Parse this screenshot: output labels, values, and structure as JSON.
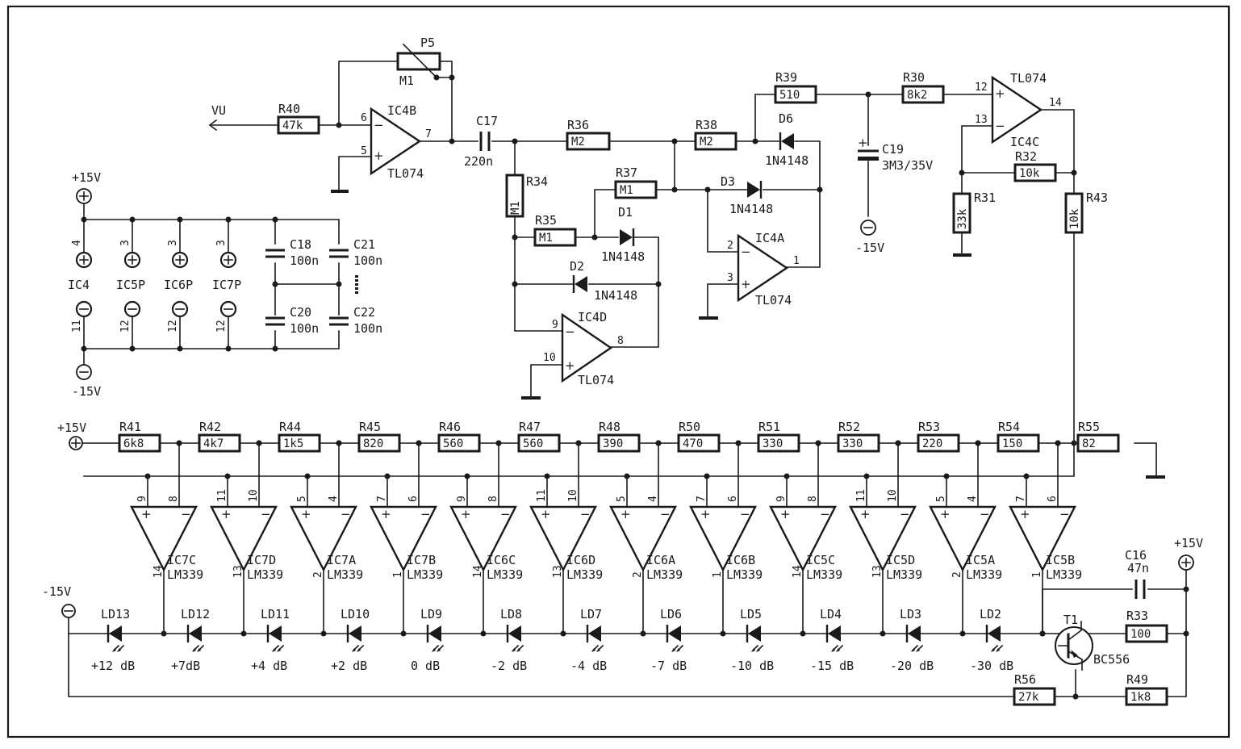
{
  "vu": "VU",
  "p5": {
    "ref": "P5",
    "val": "M1"
  },
  "r40": {
    "ref": "R40",
    "val": "47k"
  },
  "ic4b": {
    "ref": "IC4B",
    "type": "TL074",
    "in_minus": "6",
    "in_plus": "5",
    "out": "7"
  },
  "c17": {
    "ref": "C17",
    "val": "220n"
  },
  "r36": {
    "ref": "R36",
    "val": "M2"
  },
  "r38": {
    "ref": "R38",
    "val": "M2"
  },
  "r34": {
    "ref": "R34",
    "val": "M1"
  },
  "r37": {
    "ref": "R37",
    "val": "M1"
  },
  "r35": {
    "ref": "R35",
    "val": "M1"
  },
  "d1": {
    "ref": "D1",
    "type": "1N4148"
  },
  "d2": {
    "ref": "D2",
    "type": "1N4148"
  },
  "d3": {
    "ref": "D3",
    "type": "1N4148"
  },
  "d6": {
    "ref": "D6",
    "type": "1N4148"
  },
  "ic4d": {
    "ref": "IC4D",
    "type": "TL074",
    "in_minus": "9",
    "in_plus": "10",
    "out": "8"
  },
  "ic4a": {
    "ref": "IC4A",
    "type": "TL074",
    "in_minus": "2",
    "in_plus": "3",
    "out": "1"
  },
  "r39": {
    "ref": "R39",
    "val": "510"
  },
  "r30": {
    "ref": "R30",
    "val": "8k2"
  },
  "c19": {
    "ref": "C19",
    "val": "3M3/35V",
    "plus": "+"
  },
  "neg15_c19": "-15V",
  "ic4c": {
    "ref": "IC4C",
    "type": "TL074",
    "in_plus": "12",
    "in_minus": "13",
    "out": "14"
  },
  "r32": {
    "ref": "R32",
    "val": "10k"
  },
  "r31": {
    "ref": "R31",
    "val": "33k"
  },
  "r43": {
    "ref": "R43",
    "val": "10k"
  },
  "supply": {
    "pos_label": "+15V",
    "neg_label": "-15V",
    "ics": [
      {
        "name": "IC4",
        "pos_pin": "4",
        "neg_pin": "11"
      },
      {
        "name": "IC5P",
        "pos_pin": "3",
        "neg_pin": "12"
      },
      {
        "name": "IC6P",
        "pos_pin": "3",
        "neg_pin": "12"
      },
      {
        "name": "IC7P",
        "pos_pin": "3",
        "neg_pin": "12"
      }
    ],
    "caps": [
      {
        "ref": "C18",
        "val": "100n"
      },
      {
        "ref": "C21",
        "val": "100n"
      },
      {
        "ref": "C20",
        "val": "100n"
      },
      {
        "ref": "C22",
        "val": "100n"
      }
    ]
  },
  "ladder_supply": "+15V",
  "ladder": [
    {
      "ref": "R41",
      "val": "6k8"
    },
    {
      "ref": "R42",
      "val": "4k7"
    },
    {
      "ref": "R44",
      "val": "1k5"
    },
    {
      "ref": "R45",
      "val": "820"
    },
    {
      "ref": "R46",
      "val": "560"
    },
    {
      "ref": "R47",
      "val": "560"
    },
    {
      "ref": "R48",
      "val": "390"
    },
    {
      "ref": "R50",
      "val": "470"
    },
    {
      "ref": "R51",
      "val": "330"
    },
    {
      "ref": "R52",
      "val": "330"
    },
    {
      "ref": "R53",
      "val": "220"
    },
    {
      "ref": "R54",
      "val": "150"
    },
    {
      "ref": "R55",
      "val": "82"
    }
  ],
  "comparators": [
    {
      "ref": "IC7C",
      "type": "LM339",
      "p": "9",
      "n": "8",
      "o": "14",
      "led": "LD13",
      "db": "+12 dB"
    },
    {
      "ref": "IC7D",
      "type": "LM339",
      "p": "11",
      "n": "10",
      "o": "13",
      "led": "LD12",
      "db": "+7dB"
    },
    {
      "ref": "IC7A",
      "type": "LM339",
      "p": "5",
      "n": "4",
      "o": "2",
      "led": "LD11",
      "db": "+4 dB"
    },
    {
      "ref": "IC7B",
      "type": "LM339",
      "p": "7",
      "n": "6",
      "o": "1",
      "led": "LD10",
      "db": "+2 dB"
    },
    {
      "ref": "IC6C",
      "type": "LM339",
      "p": "9",
      "n": "8",
      "o": "14",
      "led": "LD9",
      "db": "0 dB"
    },
    {
      "ref": "IC6D",
      "type": "LM339",
      "p": "11",
      "n": "10",
      "o": "13",
      "led": "LD8",
      "db": "-2 dB"
    },
    {
      "ref": "IC6A",
      "type": "LM339",
      "p": "5",
      "n": "4",
      "o": "2",
      "led": "LD7",
      "db": "-4 dB"
    },
    {
      "ref": "IC6B",
      "type": "LM339",
      "p": "7",
      "n": "6",
      "o": "1",
      "led": "LD6",
      "db": "-7 dB"
    },
    {
      "ref": "IC5C",
      "type": "LM339",
      "p": "9",
      "n": "8",
      "o": "14",
      "led": "LD5",
      "db": "-10 dB"
    },
    {
      "ref": "IC5D",
      "type": "LM339",
      "p": "11",
      "n": "10",
      "o": "13",
      "led": "LD4",
      "db": "-15 dB"
    },
    {
      "ref": "IC5A",
      "type": "LM339",
      "p": "5",
      "n": "4",
      "o": "2",
      "led": "LD3",
      "db": "-20 dB"
    },
    {
      "ref": "IC5B",
      "type": "LM339",
      "p": "7",
      "n": "6",
      "o": "1",
      "led": "LD2",
      "db": "-30 dB"
    }
  ],
  "led_neg_supply": "-15V",
  "c16": {
    "ref": "C16",
    "val": "47n"
  },
  "t1_supply": "+15V",
  "t1": {
    "ref": "T1",
    "type": "BC556"
  },
  "r33": {
    "ref": "R33",
    "val": "100"
  },
  "r56": {
    "ref": "R56",
    "val": "27k"
  },
  "r49": {
    "ref": "R49",
    "val": "1k8"
  }
}
